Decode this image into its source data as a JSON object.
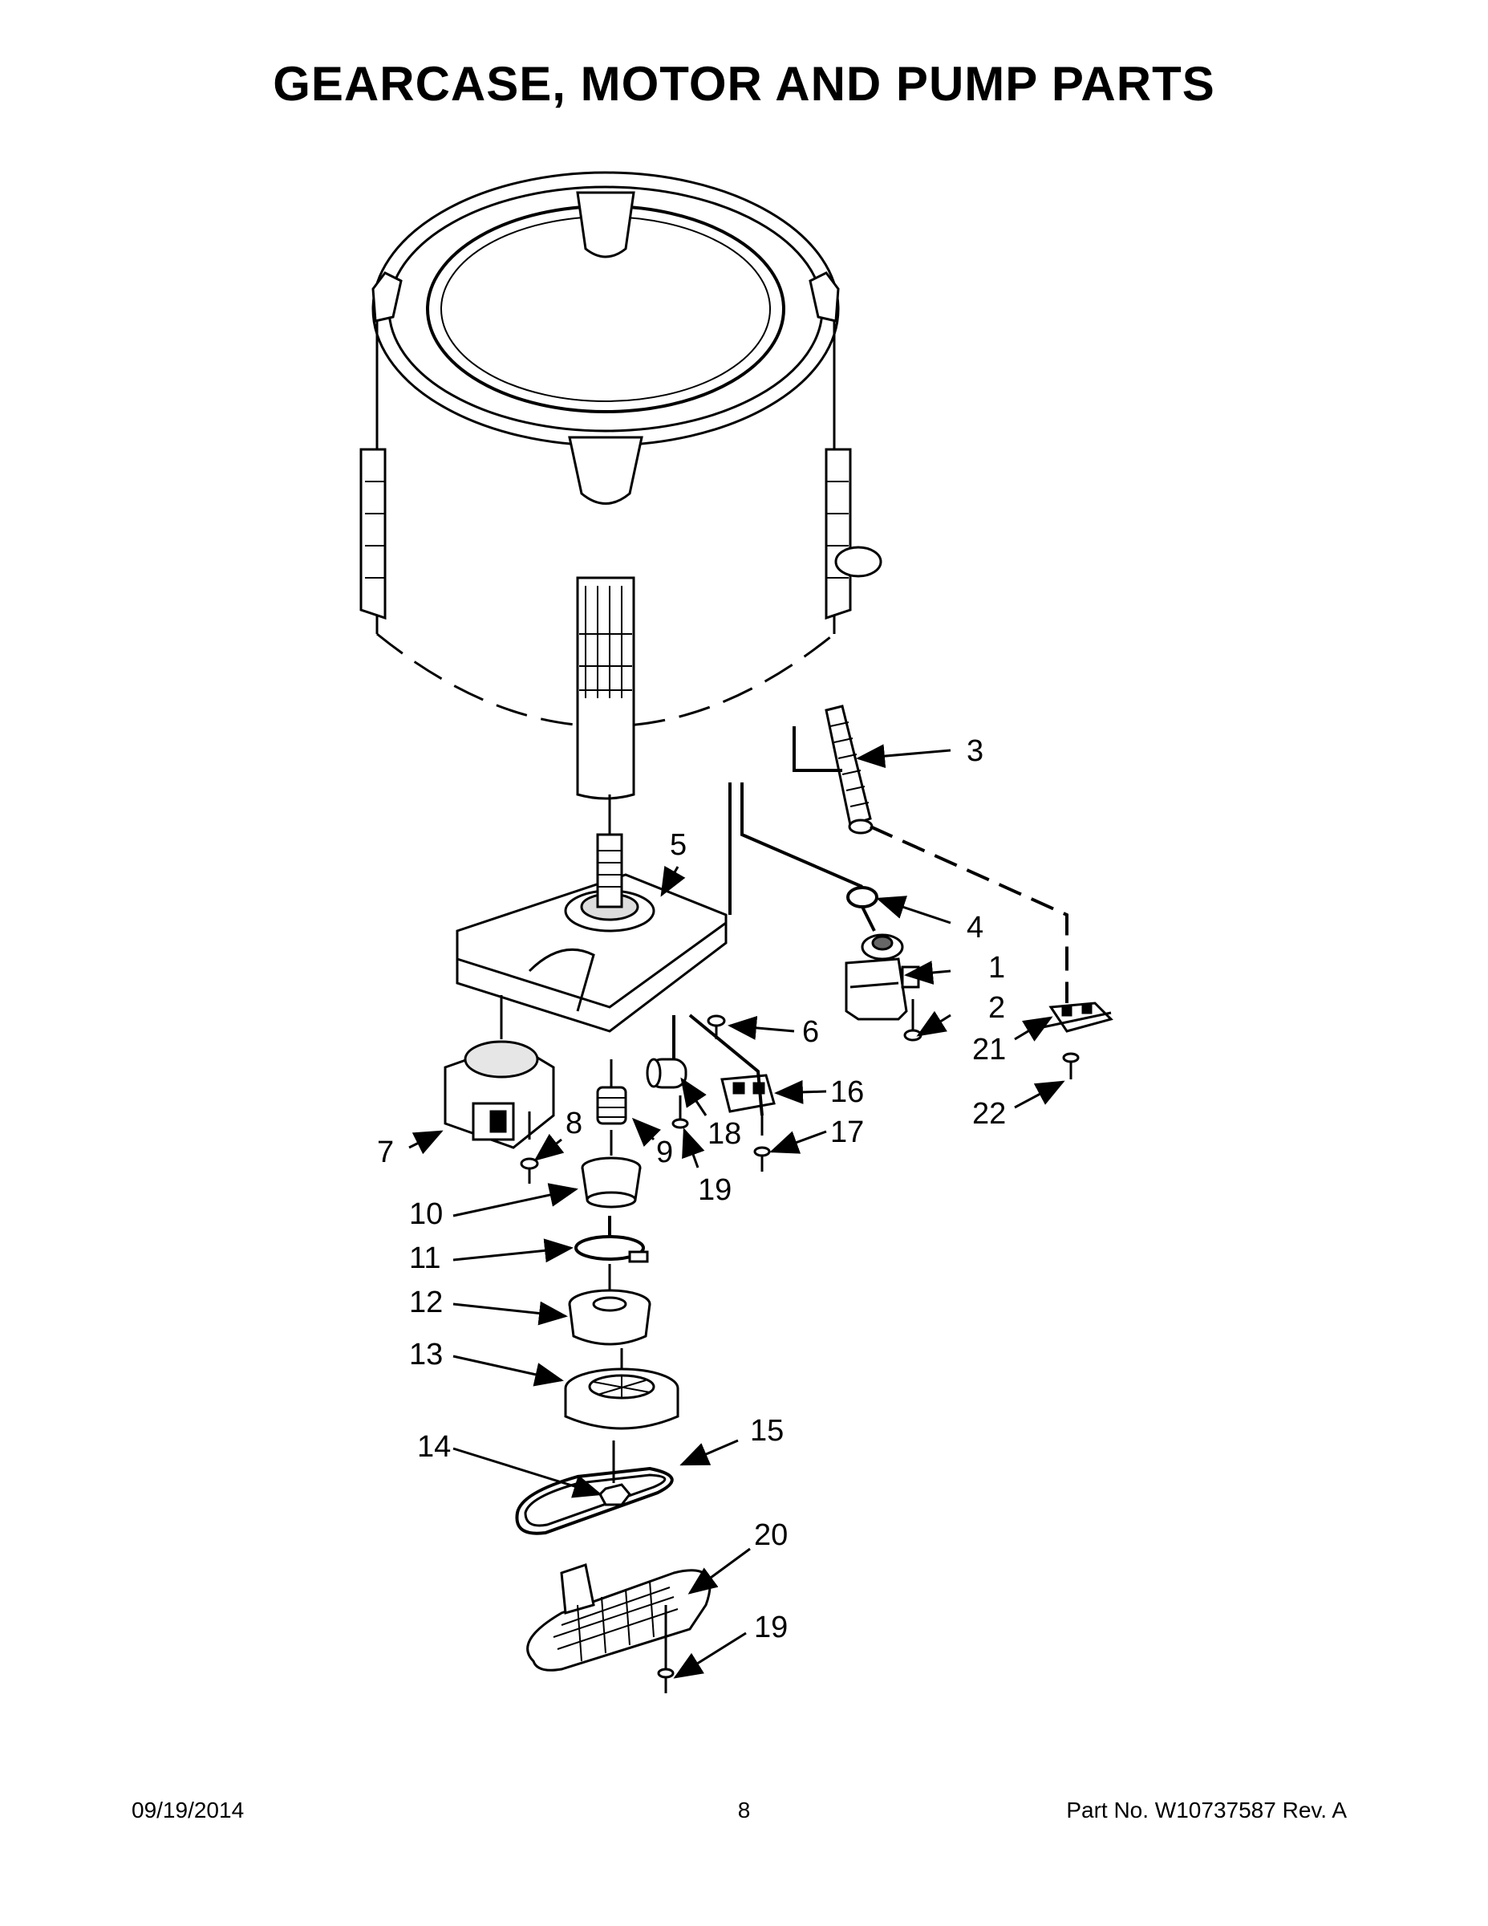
{
  "title": "GEARCASE, MOTOR AND PUMP PARTS",
  "callouts": {
    "c1": "1",
    "c2": "2",
    "c3": "3",
    "c4": "4",
    "c5": "5",
    "c6": "6",
    "c7": "7",
    "c8": "8",
    "c9": "9",
    "c10": "10",
    "c11": "11",
    "c12": "12",
    "c13": "13",
    "c14": "14",
    "c15": "15",
    "c16": "16",
    "c17": "17",
    "c18": "18",
    "c19a": "19",
    "c19b": "19",
    "c20": "20",
    "c21": "21",
    "c22": "22"
  },
  "footer": {
    "date": "09/19/2014",
    "page": "8",
    "part": "Part No.  W10737587  Rev.  A"
  }
}
